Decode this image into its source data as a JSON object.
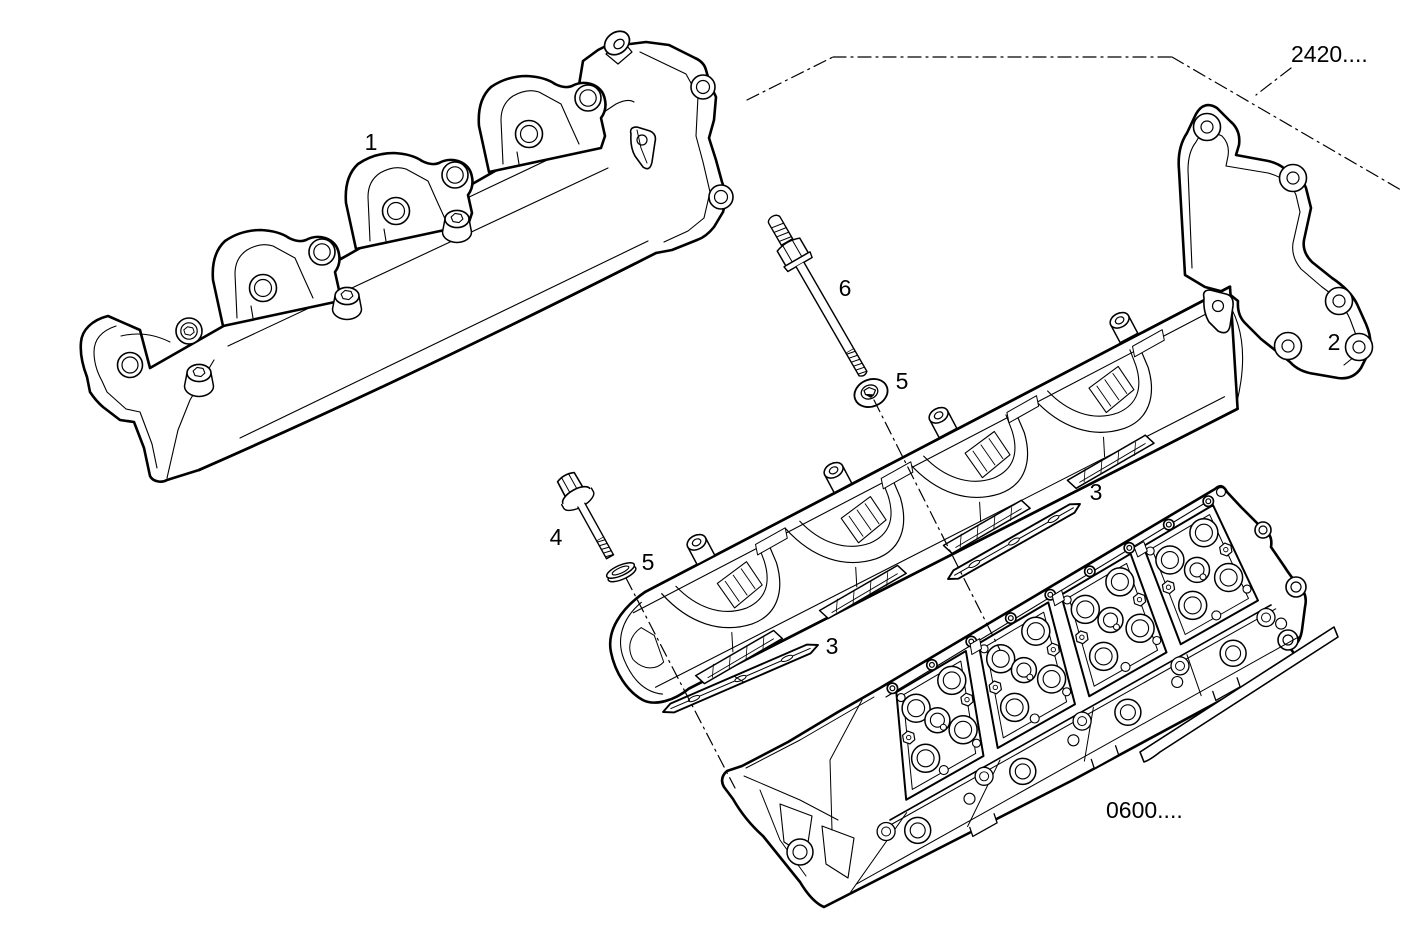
{
  "figure": {
    "type": "exploded-parts-diagram",
    "subject": "exhaust-manifold-and-cylinder-head",
    "background_color": "#ffffff",
    "line_color": "#000000",
    "callouts": [
      {
        "id": "1",
        "text": "1",
        "part": "exhaust-manifold-left"
      },
      {
        "id": "2",
        "text": "2",
        "part": "exhaust-manifold-right"
      },
      {
        "id": "3a",
        "text": "3",
        "part": "gasket-upper"
      },
      {
        "id": "3b",
        "text": "3",
        "part": "gasket-lower"
      },
      {
        "id": "4",
        "text": "4",
        "part": "flanged-bolt"
      },
      {
        "id": "5a",
        "text": "5",
        "part": "washer-upper"
      },
      {
        "id": "5b",
        "text": "5",
        "part": "washer-lower"
      },
      {
        "id": "6",
        "text": "6",
        "part": "stud-bolt"
      }
    ],
    "codes": [
      {
        "id": "2420",
        "text": "2420....",
        "meaning": "related-assembly-reference"
      },
      {
        "id": "0600",
        "text": "0600....",
        "meaning": "related-assembly-reference"
      }
    ]
  }
}
